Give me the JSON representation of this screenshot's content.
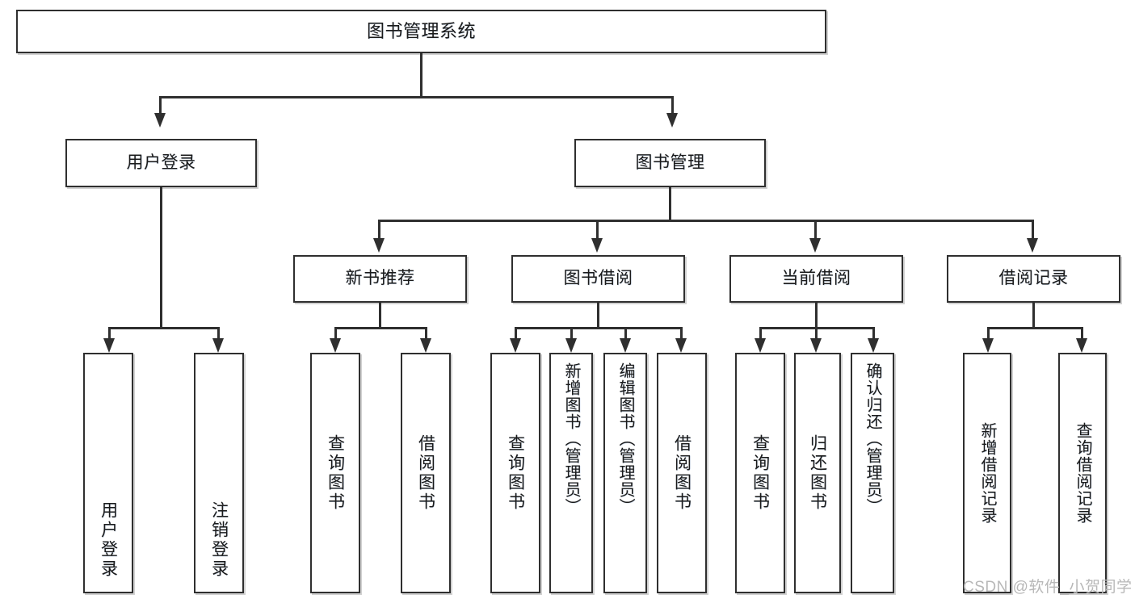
{
  "diagram": {
    "title": "图书管理系统",
    "type": "hierarchy-tree",
    "root": {
      "id": "root",
      "label": "图书管理系统"
    },
    "level2": [
      {
        "id": "user-login",
        "label": "用户登录"
      },
      {
        "id": "book-manage",
        "label": "图书管理"
      }
    ],
    "level3": [
      {
        "id": "new-book-rec",
        "label": "新书推荐"
      },
      {
        "id": "book-borrow",
        "label": "图书借阅"
      },
      {
        "id": "current-borrow",
        "label": "当前借阅"
      },
      {
        "id": "borrow-record",
        "label": "借阅记录"
      }
    ],
    "leaves": {
      "user_login": [
        {
          "id": "leaf-user-login",
          "label": "用户登录"
        },
        {
          "id": "leaf-logout-login",
          "label": "注销登录"
        }
      ],
      "new_book_rec": [
        {
          "id": "leaf-query-book-1",
          "label": "查询图书"
        },
        {
          "id": "leaf-borrow-book-1",
          "label": "借阅图书"
        }
      ],
      "book_borrow": [
        {
          "id": "leaf-query-book-2",
          "label": "查询图书"
        },
        {
          "id": "leaf-add-book",
          "label": "新增图书（管理员）"
        },
        {
          "id": "leaf-edit-book",
          "label": "编辑图书（管理员）"
        },
        {
          "id": "leaf-borrow-book-2",
          "label": "借阅图书"
        }
      ],
      "current_borrow": [
        {
          "id": "leaf-query-book-3",
          "label": "查询图书"
        },
        {
          "id": "leaf-return-book",
          "label": "归还图书"
        },
        {
          "id": "leaf-confirm-return",
          "label": "确认归还（管理员）"
        }
      ],
      "borrow_record": [
        {
          "id": "leaf-add-record",
          "label": "新增借阅记录"
        },
        {
          "id": "leaf-query-record",
          "label": "查询借阅记录"
        }
      ]
    }
  },
  "watermark": {
    "text": "CSDN @软件_小贺同学"
  },
  "colors": {
    "stroke": "#2f2f2f",
    "fill": "#ffffff",
    "text": "#1b1b1b",
    "watermark": "#b8b8b8"
  }
}
